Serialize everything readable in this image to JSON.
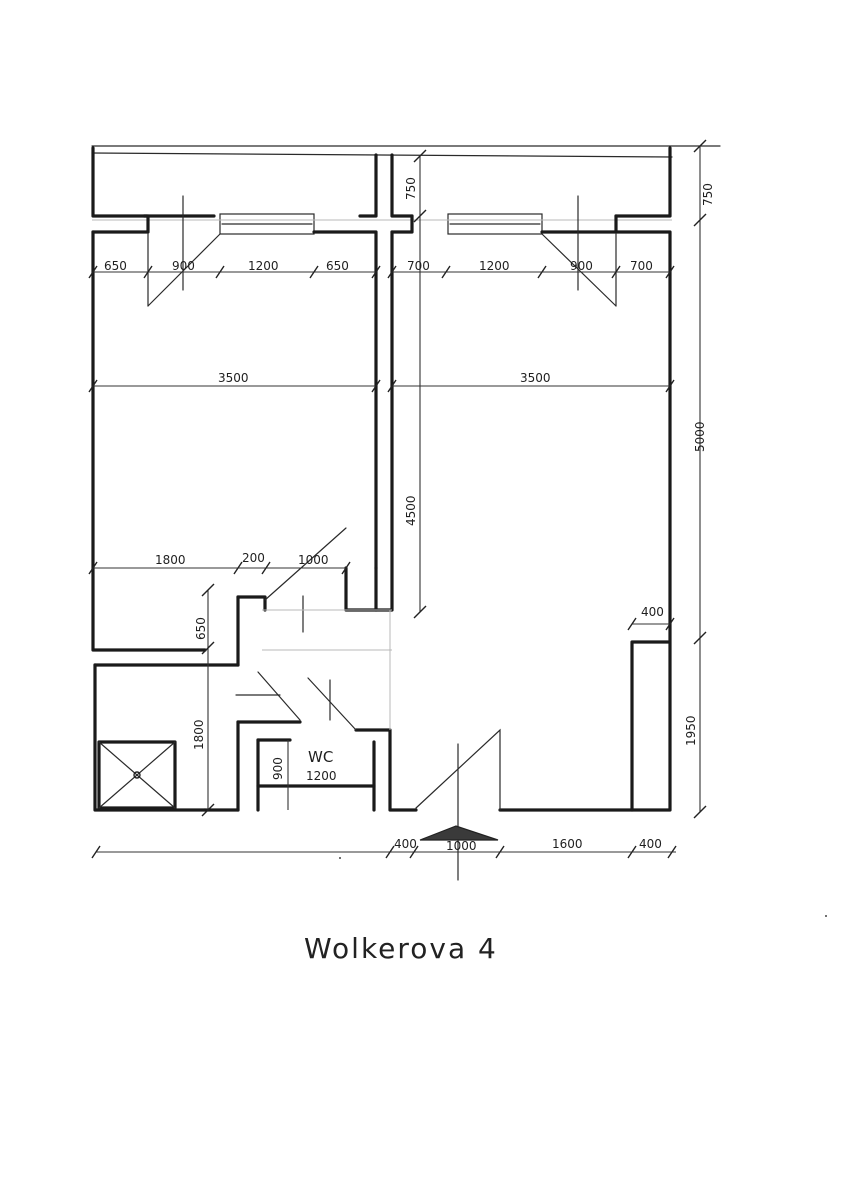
{
  "title": "Wolkerova 4",
  "room_labels": {
    "wc": "WC"
  },
  "dimensions": {
    "top_left": [
      "650",
      "900",
      "1200",
      "650"
    ],
    "top_right": [
      "700",
      "1200",
      "900",
      "700"
    ],
    "room_width_left": "3500",
    "room_width_right": "3500",
    "depth_750": "750",
    "depth_4500": "4500",
    "depth_5000": "5000",
    "depth_1950": "1950",
    "hall_1800": "1800",
    "hall_200": "200",
    "hall_1000": "1000",
    "left_650": "650",
    "left_1800": "1800",
    "wc_900": "900",
    "wc_1200": "1200",
    "right_400": "400",
    "bottom": [
      "400",
      "1000",
      "1600",
      "400"
    ]
  }
}
